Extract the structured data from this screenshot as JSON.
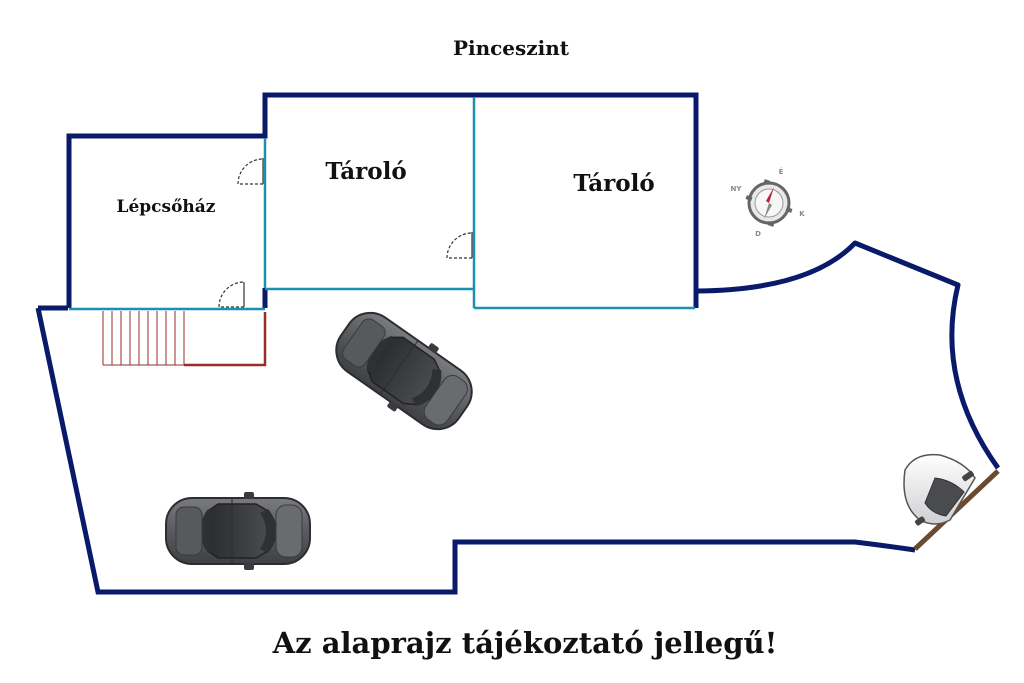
{
  "title": "Pinceszint",
  "footer_note": "Az alaprajz tájékoztató jellegű!",
  "rooms": [
    {
      "id": "staircase",
      "label": "Lépcsőház"
    },
    {
      "id": "storage-1",
      "label": "Tároló"
    },
    {
      "id": "storage-2",
      "label": "Tároló"
    }
  ],
  "compass": {
    "labels": [
      "É",
      "K",
      "D",
      "NY"
    ]
  },
  "colors": {
    "outer_wall": "#0a1a6b",
    "inner_wall": "#1f8fb0",
    "stairs": "#9b2c2c",
    "gate": "#6b4a2f",
    "car_dark": "#5f6063",
    "car_light": "#e6e7e9"
  }
}
